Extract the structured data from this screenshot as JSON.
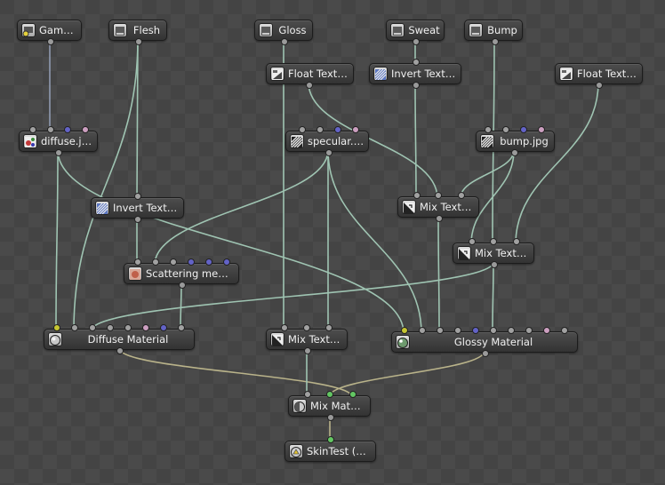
{
  "colors": {
    "link": "#9fc4b2",
    "link_shader": "#b9b38a",
    "link_default": "#8f9ab0",
    "sock_color": "#c6c631",
    "sock_float": "#a1a1a1",
    "sock_vector": "#6363c7",
    "sock_shader": "#63c763",
    "sock_normal": "#cc9fc0"
  },
  "nodes": [
    {
      "id": "gamma",
      "label": "Gamma",
      "icon": "gamma-icon"
    },
    {
      "id": "flesh",
      "label": "Flesh",
      "icon": "parameter-icon"
    },
    {
      "id": "gloss",
      "label": "Gloss",
      "icon": "parameter-icon"
    },
    {
      "id": "sweat",
      "label": "Sweat",
      "icon": "parameter-icon"
    },
    {
      "id": "bump",
      "label": "Bump",
      "icon": "parameter-icon"
    },
    {
      "id": "floattex1",
      "label": "Float Texture",
      "icon": "float-texture-icon"
    },
    {
      "id": "inverttex1",
      "label": "Invert Texture",
      "icon": "invert-texture-icon"
    },
    {
      "id": "floattex2",
      "label": "Float Texture",
      "icon": "float-texture-icon"
    },
    {
      "id": "diffuse",
      "label": "diffuse.jpg",
      "icon": "image-texture-icon"
    },
    {
      "id": "specular",
      "label": "specular.jpg",
      "icon": "grayscale-texture-icon"
    },
    {
      "id": "bumpjpg",
      "label": "bump.jpg",
      "icon": "grayscale-texture-icon"
    },
    {
      "id": "inverttex2",
      "label": "Invert Texture",
      "icon": "invert-texture-icon"
    },
    {
      "id": "mixtex1",
      "label": "Mix Texture",
      "icon": "mix-texture-icon"
    },
    {
      "id": "mixtex2",
      "label": "Mix Texture",
      "icon": "mix-texture-icon"
    },
    {
      "id": "scatter",
      "label": "Scattering medium",
      "icon": "medium-icon"
    },
    {
      "id": "diffmat",
      "label": "Diffuse Material",
      "icon": "diffuse-material-icon"
    },
    {
      "id": "mixtex3",
      "label": "Mix Texture",
      "icon": "mix-texture-icon"
    },
    {
      "id": "glossmat",
      "label": "Glossy Material",
      "icon": "glossy-material-icon"
    },
    {
      "id": "mixmat",
      "label": "Mix Material",
      "icon": "mix-material-icon"
    },
    {
      "id": "out",
      "label": "SkinTest (out)",
      "icon": "material-output-icon"
    }
  ]
}
